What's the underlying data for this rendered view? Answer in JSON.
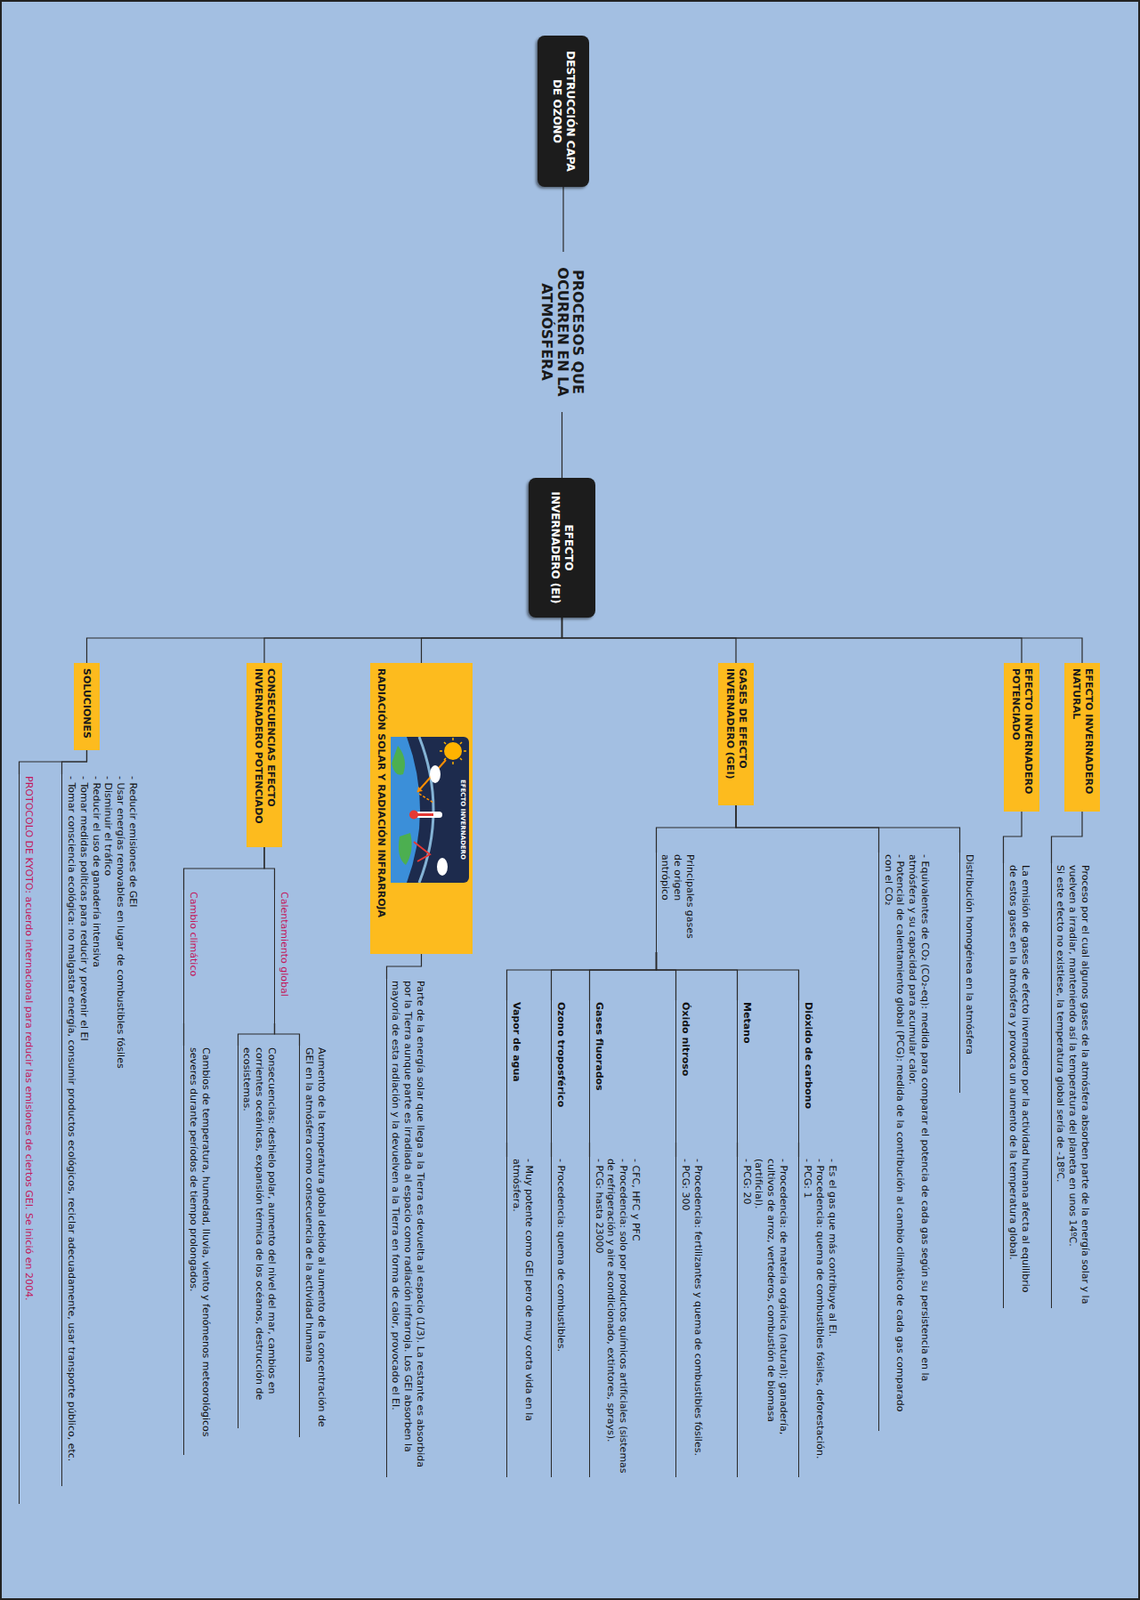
{
  "diagram": {
    "title": "PROCESOS QUE OCURREN EN LA ATMÓSFERA",
    "nodes": [
      {
        "text": [
          "DESTRUCCIÓN CAPA DE OZONO"
        ]
      },
      {
        "text": [
          "EFECTO INVERNADERO (EI)"
        ]
      },
      {
        "text": [
          "EFECTO INVERNADERO NATURAL"
        ]
      },
      {
        "text": [
          "Proceso por el cual algunos gases de la atmósfera absorben parte de la energía solar y la vuelven a irradiar, manteniendo así la temperatura del planeta en unos 14ºC.",
          "Si este efecto no existiese, la temperatura global sería de -18ºC."
        ]
      },
      {
        "text": [
          "EFECTO INVERNADERO POTENCIADO"
        ]
      },
      {
        "text": [
          "La emisión de gases de efecto invernadero por la actividad humana afecta al equilibrio de estos gases en la atmósfera y provoca un aumento de la temperatura global."
        ]
      },
      {
        "text": [
          "GASES DE EFECTO INVERNADERO (GEI)"
        ]
      },
      {
        "text": [
          "Distribución homogénea en la atmósfera"
        ]
      },
      {
        "text": [
          "- Equivalentes de CO₂ (CO₂-eq): medida para comparar el potencia de cada gas según su persistencia en la atmósfera y su capacidad para acumular calor.",
          "- Potencial de calentamiento global (PCG): medida de la contribución al cambio climático de cada gas comparado con el CO₂"
        ]
      },
      {
        "text": [
          "Principales gases de origen antrópico"
        ]
      },
      {
        "text": [
          "Dióxido de carbono"
        ]
      },
      {
        "text": [
          "- Es el gas que más contribuye al EI.",
          "- Procedencia: quema de combustibles fósiles, deforestación.",
          "- PCG: 1"
        ]
      },
      {
        "text": [
          "Metano"
        ]
      },
      {
        "text": [
          "- Procedencia: de materia orgánica (natural); ganadería, cultivos de arroz, vertederos, combustión de biomasa (artificial).",
          "- PCG: 20"
        ]
      },
      {
        "text": [
          "Óxido nitroso"
        ]
      },
      {
        "text": [
          "- Procedencia: fertilizantes y quema de combustibles fósiles.",
          "- PCG: 300"
        ]
      },
      {
        "text": [
          "Gases fluorados"
        ]
      },
      {
        "text": [
          "- CFC, HFC y PFC",
          "- Procedencia: solo por productos químicos artificiales (sistemas de refrigeración y aire acondicionado, extintores, sprays).",
          "- PCG: hasta 23000"
        ]
      },
      {
        "text": [
          "Ozono troposférico"
        ]
      },
      {
        "text": [
          "- Procedencia: quema de combustibles."
        ]
      },
      {
        "text": [
          "Vapor de agua"
        ]
      },
      {
        "text": [
          "- Muy potente como GEI pero de muy corta vida en la atmósfera."
        ]
      },
      {
        "text": [
          "RADIACIÓN SOLAR Y RADIACIÓN INFRARROJA"
        ]
      },
      {
        "text": [
          "Parte de la energía solar que llega a la Tierra es devuelta al espacio (1/3). La restante es absorbida por la Tierra aunque parte es irradiada al espacio como radiación infrarroja. Los GEI absorben la mayoría de esta radiación y la devuelven a la Tierra en forma de calor, provocado el EI."
        ]
      },
      {
        "text": [
          "CONSECUENCIAS EFECTO INVERNADERO POTENCIADO"
        ]
      },
      {
        "text": [
          "Calentamiento global"
        ]
      },
      {
        "text": [
          "Aumento de la temperatura global debido al aumento de la concentración de GEI en la atmósfera como consecuencia de la actividad humana"
        ]
      },
      {
        "text": [
          "Consecuencias: deshielo polar, aumento del nivel del mar, cambios en corrientes oceánicas, expansión térmica de los océanos, destrucción de ecosistemas."
        ]
      },
      {
        "text": [
          "Cambio climático"
        ]
      },
      {
        "text": [
          "Cambios de temperatura, humedad, lluvia, viento y fenómenos meteorológicos severes durante períodos de tiempo prolongados."
        ]
      },
      {
        "text": [
          "SOLUCIONES"
        ]
      },
      {
        "text": [
          "- Reducir emisiones de GEI",
          "- Usar energías renovables en lugar de combustibles fósiles",
          "- Disminuir el tráfico",
          "- Reducir el uso de ganadería intensiva",
          "- Tomar medidas políticas para reducir y prevenir el EI",
          "- Tomar consciencia ecológica: no malgastar energía, consumir productos ecológicos, reciclar adecuadamente, usar transporte público, etc."
        ]
      },
      {
        "text": [
          "PROTOCOLO DE KYOTO: acuerdo internacional para reducir las emisiones de ciertos GEI. Se inició en 2004."
        ]
      }
    ],
    "edges": [
      {
        "from": 0,
        "to": 1,
        "arrow": "none"
      },
      {
        "from": 1,
        "to": 2,
        "arrow": "none"
      },
      {
        "from": 1,
        "to": 4,
        "arrow": "none"
      },
      {
        "from": 1,
        "to": 6,
        "arrow": "none"
      },
      {
        "from": 1,
        "to": 22,
        "arrow": "none"
      },
      {
        "from": 1,
        "to": 24,
        "arrow": "none"
      },
      {
        "from": 1,
        "to": 30,
        "arrow": "none"
      },
      {
        "from": 2,
        "to": 3,
        "arrow": "none"
      },
      {
        "from": 4,
        "to": 5,
        "arrow": "none"
      },
      {
        "from": 6,
        "to": 7,
        "arrow": "none"
      },
      {
        "from": 6,
        "to": 8,
        "arrow": "none"
      },
      {
        "from": 6,
        "to": 9,
        "arrow": "none"
      },
      {
        "from": 9,
        "to": 10,
        "arrow": "none"
      },
      {
        "from": 9,
        "to": 12,
        "arrow": "none"
      },
      {
        "from": 9,
        "to": 14,
        "arrow": "none"
      },
      {
        "from": 9,
        "to": 16,
        "arrow": "none"
      },
      {
        "from": 9,
        "to": 18,
        "arrow": "none"
      },
      {
        "from": 9,
        "to": 20,
        "arrow": "none"
      },
      {
        "from": 10,
        "to": 11,
        "arrow": "none"
      },
      {
        "from": 12,
        "to": 13,
        "arrow": "none"
      },
      {
        "from": 14,
        "to": 15,
        "arrow": "none"
      },
      {
        "from": 16,
        "to": 17,
        "arrow": "none"
      },
      {
        "from": 18,
        "to": 19,
        "arrow": "none"
      },
      {
        "from": 20,
        "to": 21,
        "arrow": "none"
      },
      {
        "from": 22,
        "to": 23,
        "arrow": "none"
      },
      {
        "from": 24,
        "to": 25,
        "arrow": "none"
      },
      {
        "from": 24,
        "to": 28,
        "arrow": "none"
      },
      {
        "from": 25,
        "to": 26,
        "arrow": "none"
      },
      {
        "from": 25,
        "to": 27,
        "arrow": "none"
      },
      {
        "from": 28,
        "to": 29,
        "arrow": "none"
      },
      {
        "from": 30,
        "to": 31,
        "arrow": "none"
      },
      {
        "from": 30,
        "to": 32,
        "arrow": "none"
      }
    ],
    "labels": [
      "EFECTO INVERNADERO"
    ]
  }
}
